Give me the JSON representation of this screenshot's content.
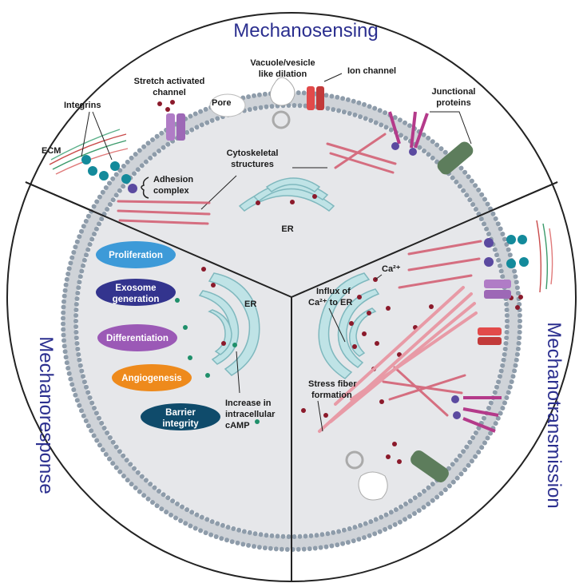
{
  "sections": {
    "top": "Mechanosensing",
    "left": "Mechanoresponse",
    "right": "Mechanotransmission"
  },
  "labels": {
    "vacuole_1": "Vacuole/vesicle",
    "vacuole_2": "like dilation",
    "ion_channel": "Ion channel",
    "stretch_1": "Stretch activated",
    "stretch_2": "channel",
    "pore": "Pore",
    "junctional_1": "Junctional",
    "junctional_2": "proteins",
    "integrins": "Integrins",
    "ecm": "ECM",
    "adhesion_1": "Adhesion",
    "adhesion_2": "complex",
    "cyto_1": "Cytoskeletal",
    "cyto_2": "structures",
    "er_top": "ER",
    "er_left": "ER",
    "ca": "Ca²⁺",
    "influx_1": "Influx of",
    "influx_2": "Ca²⁺ to ER",
    "stress_1": "Stress fiber",
    "stress_2": "formation",
    "camp_1": "Increase  in",
    "camp_2": "intracellular",
    "camp_3": "cAMP"
  },
  "responses": [
    {
      "line1": "Proliferation",
      "line2": "",
      "color": "#3d9ad8"
    },
    {
      "line1": "Exosome",
      "line2": "generation",
      "color": "#33348e"
    },
    {
      "line1": "Differentiation",
      "line2": "",
      "color": "#9b59b6"
    },
    {
      "line1": "Angiogenesis",
      "line2": "",
      "color": "#ee8a1c"
    },
    {
      "line1": "Barrier",
      "line2": "integrity",
      "color": "#0f4b6b"
    }
  ],
  "colors": {
    "membrane_head": "#8e9caa",
    "cytoplasm": "#e6e7ea",
    "er": "#bfe3e6",
    "er_stroke": "#7fb8be",
    "actin": "#d35a6e",
    "ca_dot": "#8b1a2b",
    "camp_dot": "#1f8f6a",
    "section_title": "#2b2f8f"
  }
}
